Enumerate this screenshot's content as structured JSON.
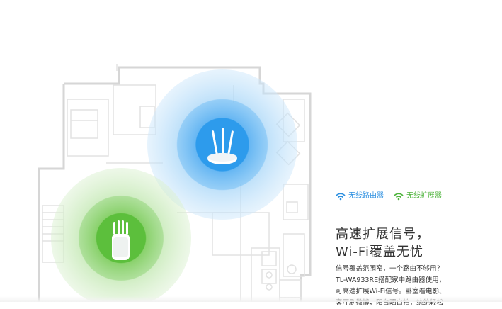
{
  "legend": {
    "router_label": "无线路由器",
    "extender_label": "无线扩展器",
    "router_color": "#2c8fe0",
    "extender_color": "#4cb33a"
  },
  "headline": {
    "line1": "高速扩展信号，",
    "line2": "Wi-Fi覆盖无忧"
  },
  "description": {
    "lines": [
      "信号覆盖范围窄，一个路由不够用？",
      "TL-WA933RE搭配家中路由器使用，",
      "可高速扩展Wi-Fi信号。卧室看电影、",
      "客厅刷微博，阳台晒自拍，统统轻松"
    ]
  },
  "illustration": {
    "router_icon": "router-icon",
    "extender_icon": "extender-icon",
    "wifi_icon": "wifi-icon"
  }
}
